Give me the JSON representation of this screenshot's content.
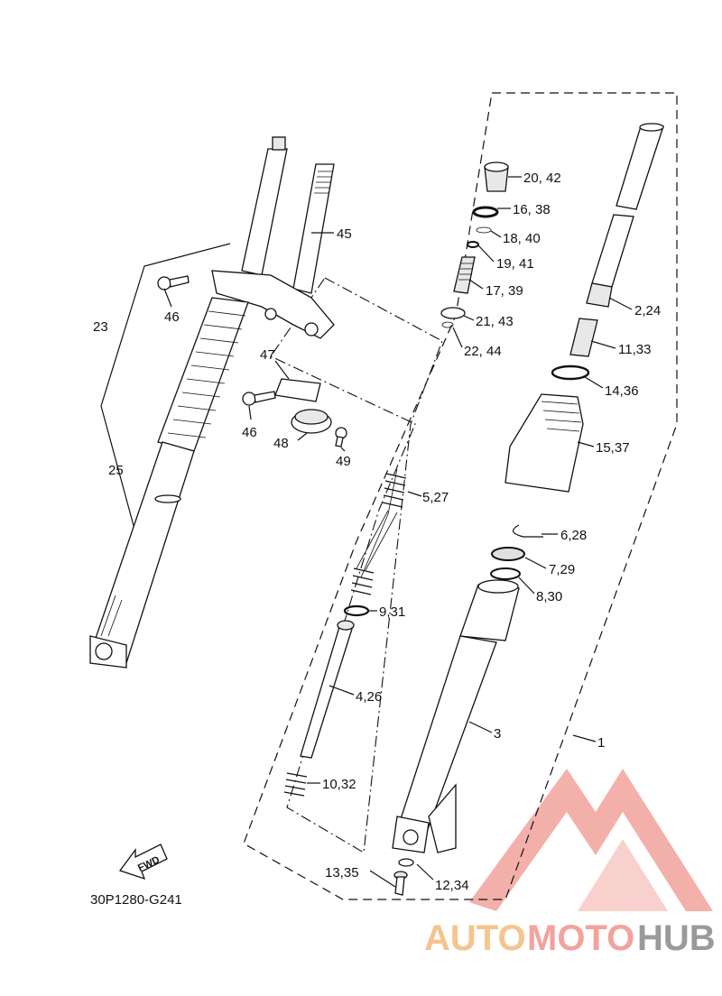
{
  "diagram": {
    "code": "30P1280-G241",
    "fwd_label": "FWD",
    "watermark": {
      "part1": "AUTO",
      "part2": "MOTO",
      "part3": "HUB",
      "colors": {
        "auto": "#f6c48e",
        "moto": "#f2a39c",
        "hub": "#9a9a9a",
        "logo": "#f2a39c"
      }
    },
    "labels": {
      "p1": "1",
      "p2_24": "2,24",
      "p3": "3",
      "p4_26": "4,26",
      "p5_27": "5,27",
      "p6_28": "6,28",
      "p7_29": "7,29",
      "p8_30": "8,30",
      "p9_31": "9,31",
      "p10_32": "10,32",
      "p11_33": "11,33",
      "p12_34": "12,34",
      "p13_35": "13,35",
      "p14_36": "14,36",
      "p15_37": "15,37",
      "p16_38": "16, 38",
      "p17_39": "17, 39",
      "p18_40": "18, 40",
      "p19_41": "19, 41",
      "p20_42": "20, 42",
      "p21_43": "21, 43",
      "p22_44": "22, 44",
      "p23": "23",
      "p25": "25",
      "p45": "45",
      "p46a": "46",
      "p46b": "46",
      "p47": "47",
      "p48": "48",
      "p49": "49"
    }
  }
}
